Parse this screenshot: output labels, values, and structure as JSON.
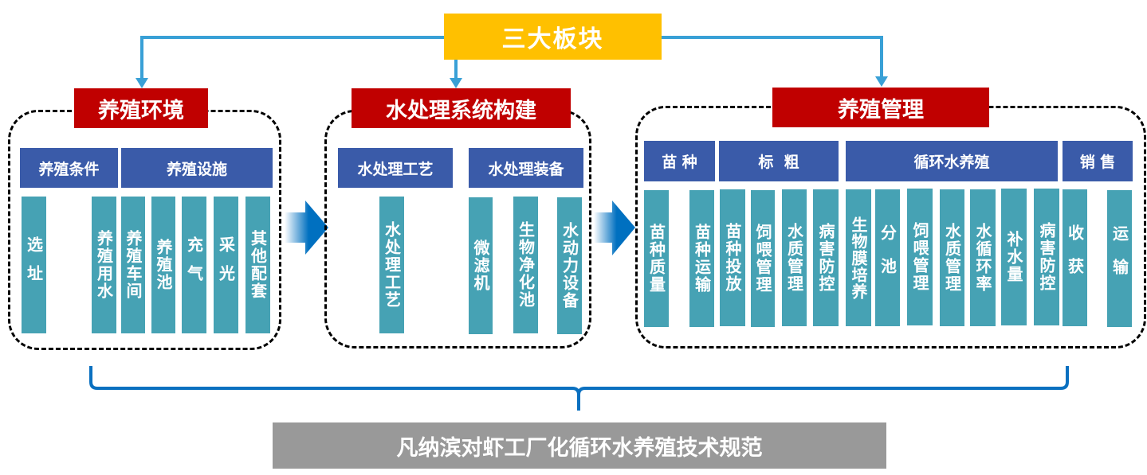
{
  "top_banner": {
    "label": "三大板块",
    "color": "#FFC000"
  },
  "sections": [
    {
      "title": "养殖环境",
      "groups": [
        "养殖条件",
        "养殖设施"
      ],
      "items": [
        "选址",
        "养殖用水",
        "养殖车间",
        "养殖池",
        "充气",
        "采光",
        "其他配套"
      ]
    },
    {
      "title": "水处理系统构建",
      "groups": [
        "水处理工艺",
        "水处理装备"
      ],
      "items": [
        "水处理工艺",
        "微滤机",
        "生物净化池",
        "水动力设备"
      ]
    },
    {
      "title": "养殖管理",
      "groups": [
        "苗 种",
        "标  粗",
        "循环水养殖",
        "销 售"
      ],
      "items": [
        "苗种质量",
        "苗种运输",
        "苗种投放",
        "饲喂管理",
        "水质管理",
        "病害防控",
        "生物膜培养",
        "分池",
        "饲喂管理",
        "水质管理",
        "水循环率",
        "补水量",
        "病害防控",
        "收获",
        "运输"
      ]
    }
  ],
  "footer": {
    "label": "凡纳滨对虾工厂化循环水养殖技术规范"
  },
  "colors": {
    "section_header": "#C00000",
    "group_header": "#3A5BA9",
    "item": "#46A2B4",
    "connector": "#39A0D6",
    "brace": "#0A70C0",
    "footer": "#999999"
  }
}
